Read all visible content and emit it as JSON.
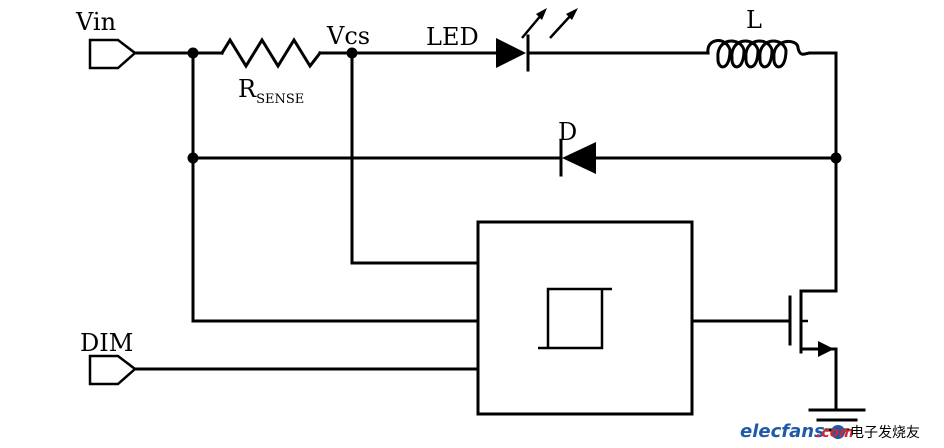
{
  "labels": {
    "vin": "Vin",
    "vcs": "Vcs",
    "led": "LED",
    "inductor": "L",
    "rsense_main": "R",
    "rsense_sub": "SENSE",
    "diode": "D",
    "dim": "DIM"
  },
  "watermark": {
    "site": "elecfans",
    "domain": ".com",
    "cn": "电子发烧友"
  },
  "colors": {
    "line": "#000000",
    "watermark_blue": "#1e5aa8",
    "watermark_red": "#d8262e"
  }
}
